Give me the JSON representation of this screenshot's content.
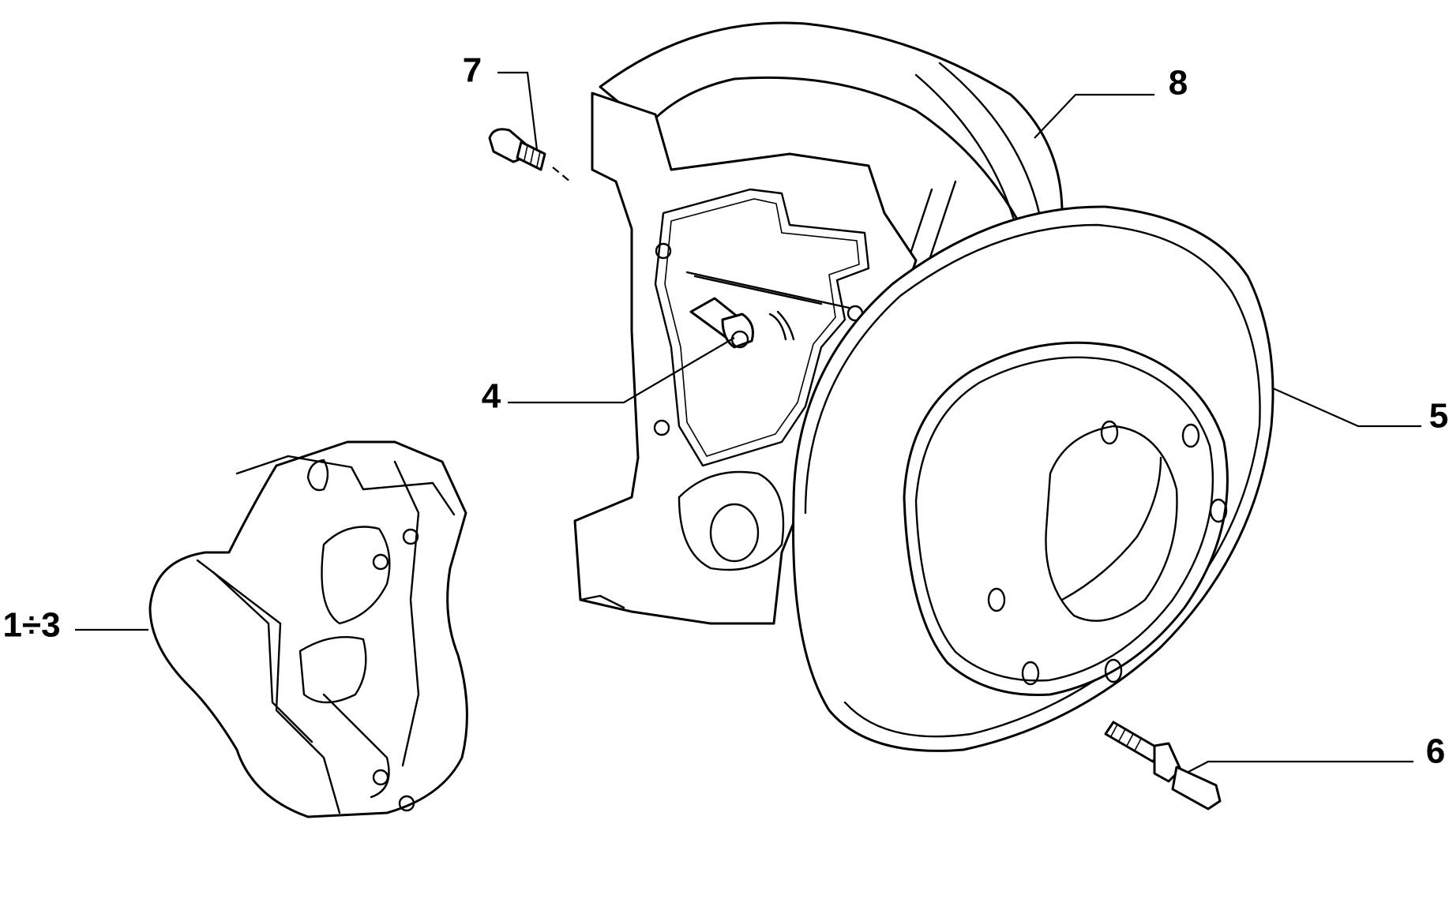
{
  "diagram": {
    "callouts": [
      {
        "id": "caliper",
        "label": "1÷3"
      },
      {
        "id": "bracket-bolt",
        "label": "4"
      },
      {
        "id": "brake-disc",
        "label": "5"
      },
      {
        "id": "wheel-stud",
        "label": "6"
      },
      {
        "id": "shield-screw",
        "label": "7"
      },
      {
        "id": "dust-shield",
        "label": "8"
      }
    ],
    "colors": {
      "line": "#000000",
      "background": "#ffffff"
    }
  }
}
